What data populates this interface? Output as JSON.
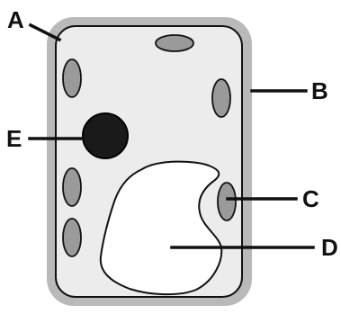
{
  "diagram": {
    "labels": {
      "a": "A",
      "b": "B",
      "c": "C",
      "d": "D",
      "e": "E"
    },
    "colors": {
      "cell_wall": "#b9b9b9",
      "cell_membrane_outline": "#111111",
      "cytoplasm": "#ececec",
      "chloroplast": "#9a9a9a",
      "nucleus": "#1a1a1a",
      "vacuole": "#ffffff",
      "label_line": "#111111"
    }
  }
}
